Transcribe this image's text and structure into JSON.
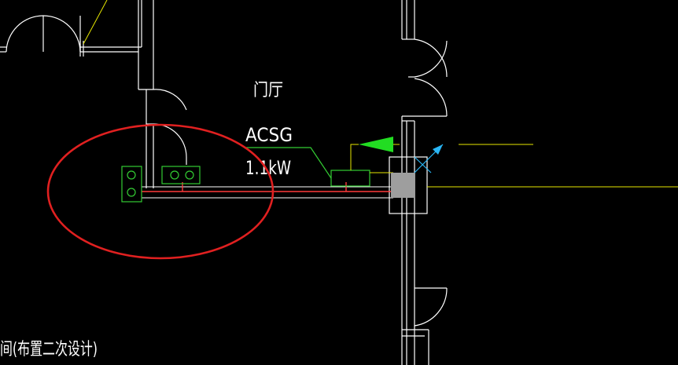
{
  "drawing": {
    "room_label": "门厅",
    "equipment_model": "ACSG",
    "equipment_power": "1.1kW",
    "footer_note": "间(布置二次设计)"
  },
  "colors": {
    "background": "#000000",
    "wall": "#ffffff",
    "pipe_red": "#ff3b3b",
    "pipe_white": "#ffffff",
    "equipment_green": "#33cc33",
    "arrow_green": "#22dd22",
    "yellow_line": "#e6e600",
    "cyan_arrow": "#29b6f6",
    "grey_block": "#9e9e9e",
    "highlight_circle": "#e02020"
  }
}
